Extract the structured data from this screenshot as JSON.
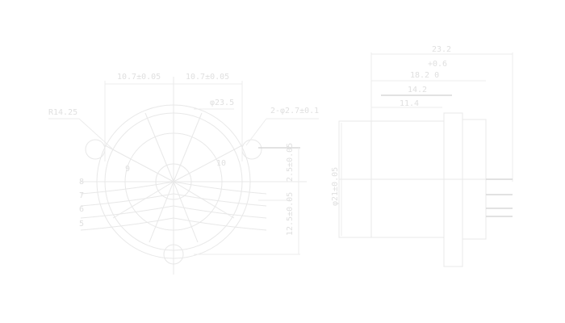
{
  "front_view": {
    "dim_top_left": "10.7±0.05",
    "dim_top_right": "10.7±0.05",
    "radius_label": "R14.25",
    "diameter_label": "φ23.5",
    "holes_label": "2-φ2.7±0.1",
    "pin_label_9": "9",
    "pin_label_10": "10",
    "pin_labels_left": [
      "8",
      "7",
      "6",
      "5"
    ],
    "dim_right_upper": "2.5±0.05",
    "dim_right_lower": "12.5±0.05"
  },
  "side_view": {
    "dim_overall": "23.2",
    "dim_tol": "+0.6",
    "dim_18": "18.2 0",
    "dim_14": "14.2",
    "dim_11": "11.4",
    "dim_height": "φ21±0.05"
  },
  "colors": {
    "line": "#e8e8e8",
    "text": "#e0e0e0",
    "background": "#ffffff"
  }
}
